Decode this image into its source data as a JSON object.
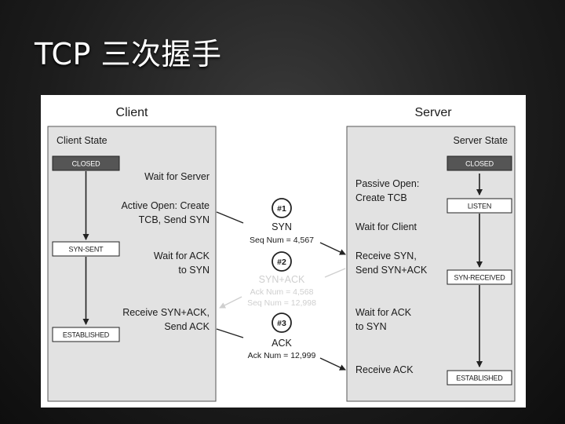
{
  "slide": {
    "title": "TCP 三次握手"
  },
  "client": {
    "header": "Client",
    "state_heading": "Client State",
    "states": [
      "CLOSED",
      "SYN-SENT",
      "ESTABLISHED"
    ],
    "events": [
      [
        "Wait for Server"
      ],
      [
        "Active Open: Create",
        "TCB, Send SYN"
      ],
      [
        "Wait for ACK",
        "to SYN"
      ],
      [
        "Receive SYN+ACK,",
        "Send ACK"
      ]
    ]
  },
  "server": {
    "header": "Server",
    "state_heading": "Server State",
    "states": [
      "CLOSED",
      "LISTEN",
      "SYN-RECEIVED",
      "ESTABLISHED"
    ],
    "events": [
      [
        "Passive Open:",
        "Create TCB"
      ],
      [
        "Wait for Client"
      ],
      [
        "Receive SYN,",
        "Send SYN+ACK"
      ],
      [
        "Wait for ACK",
        "to SYN"
      ],
      [
        "Receive ACK"
      ]
    ]
  },
  "messages": [
    {
      "badge": "#1",
      "name": "SYN",
      "details": [
        "Seq Num = 4,567"
      ]
    },
    {
      "badge": "#2",
      "name": "SYN+ACK",
      "details": [
        "Ack Num = 4,568",
        "Seq Num = 12,998"
      ]
    },
    {
      "badge": "#3",
      "name": "ACK",
      "details": [
        "Ack Num = 12,999"
      ]
    }
  ]
}
